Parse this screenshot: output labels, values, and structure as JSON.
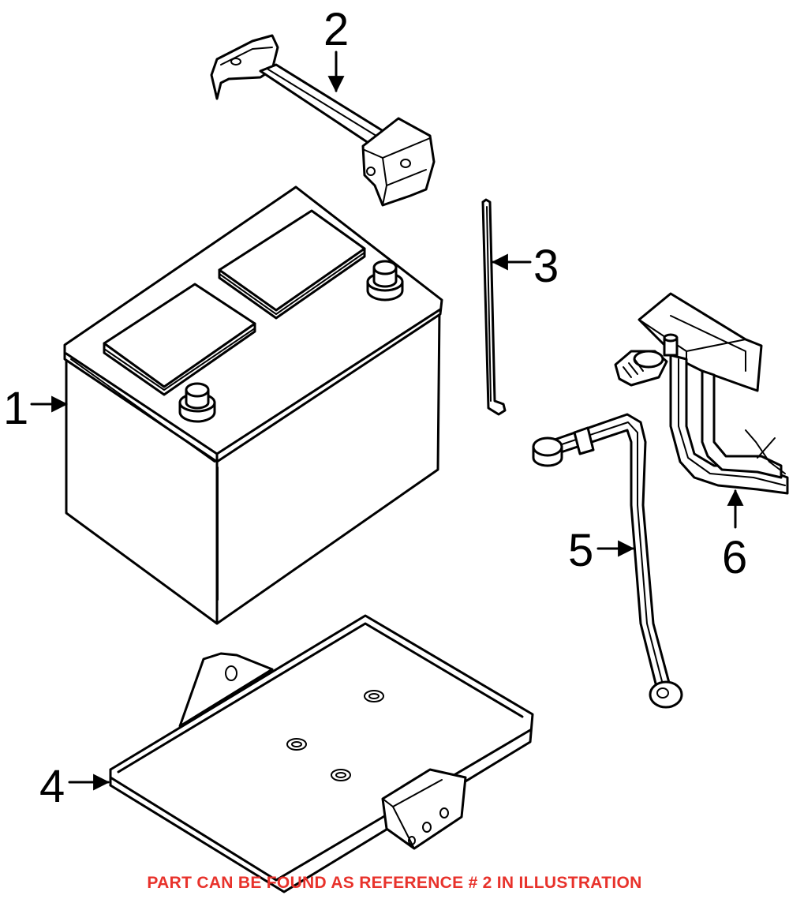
{
  "callouts": [
    {
      "num": "1",
      "part": "battery"
    },
    {
      "num": "2",
      "part": "hold-down-bracket"
    },
    {
      "num": "3",
      "part": "hold-down-rod"
    },
    {
      "num": "4",
      "part": "battery-tray"
    },
    {
      "num": "5",
      "part": "negative-cable"
    },
    {
      "num": "6",
      "part": "positive-cable"
    }
  ],
  "note": {
    "text": "PART CAN BE FOUND AS REFERENCE # 2 IN ILLUSTRATION",
    "color": "#e8322b"
  }
}
